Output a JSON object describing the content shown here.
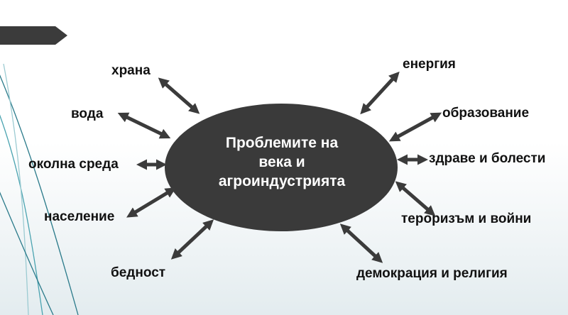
{
  "center": {
    "line1": "Проблемите на",
    "line2": "века и",
    "line3": "агроиндустрията"
  },
  "topics": {
    "food": "храна",
    "water": "вода",
    "environment": "околна среда",
    "population": "население",
    "poverty": "бедност",
    "energy": "енергия",
    "education": "образование",
    "health": "здраве и болести",
    "terrorism": "тероризъм и войни",
    "democracy": "демокрация и религия"
  },
  "colors": {
    "ellipse": "#3a3a3a",
    "arrow": "#3b3b3b",
    "header_bar": "#3b3b3b",
    "deco_lines": "#2a7a8a"
  }
}
